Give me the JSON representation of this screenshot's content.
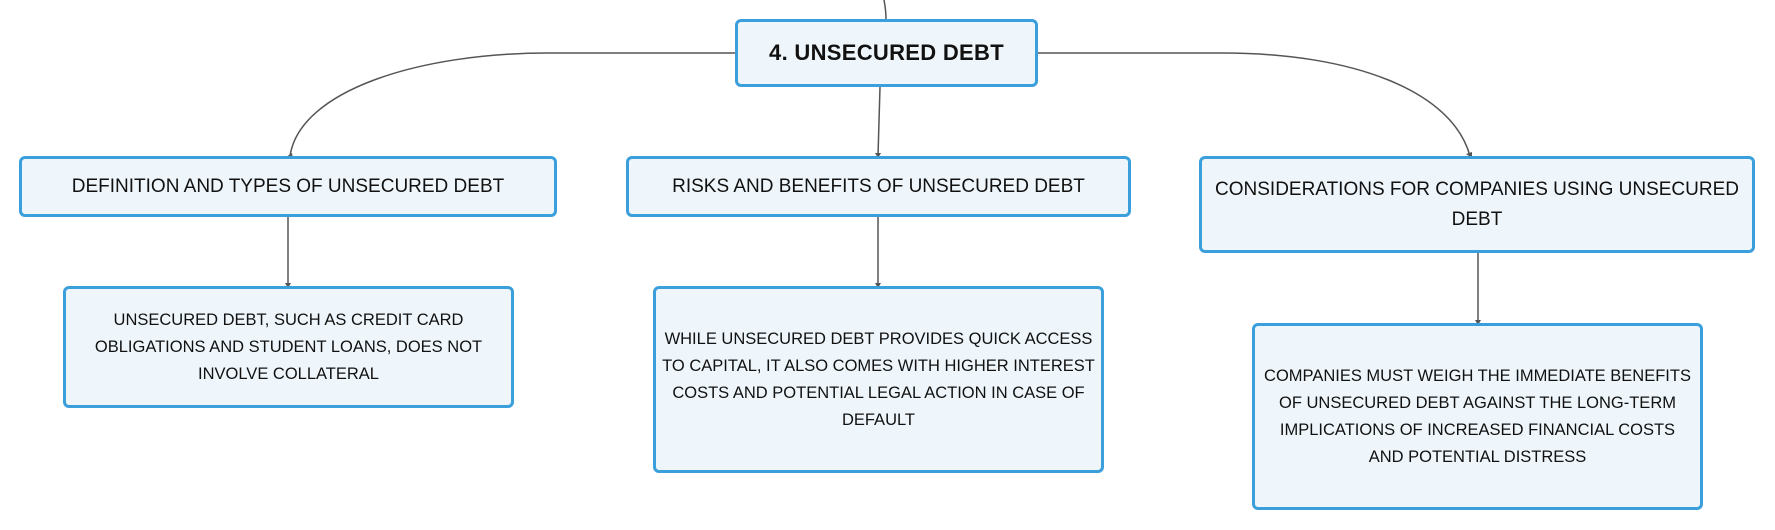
{
  "colors": {
    "node_border": "#3a9fdb",
    "node_fill": "#eef6fb",
    "connector": "#555555",
    "text": "#111111"
  },
  "root": {
    "label": "4. UNSECURED DEBT"
  },
  "branches": [
    {
      "label": "DEFINITION AND TYPES OF UNSECURED DEBT",
      "detail": "UNSECURED DEBT, SUCH AS CREDIT CARD OBLIGATIONS AND STUDENT LOANS, DOES NOT INVOLVE COLLATERAL"
    },
    {
      "label": "RISKS AND BENEFITS OF UNSECURED DEBT",
      "detail": "WHILE UNSECURED DEBT PROVIDES QUICK ACCESS TO CAPITAL, IT ALSO COMES WITH HIGHER INTEREST COSTS AND POTENTIAL LEGAL ACTION IN CASE OF DEFAULT"
    },
    {
      "label": "CONSIDERATIONS FOR COMPANIES USING UNSECURED DEBT",
      "detail": "COMPANIES MUST WEIGH THE IMMEDIATE BENEFITS OF UNSECURED DEBT AGAINST THE LONG-TERM IMPLICATIONS OF INCREASED FINANCIAL COSTS AND POTENTIAL DISTRESS"
    }
  ]
}
